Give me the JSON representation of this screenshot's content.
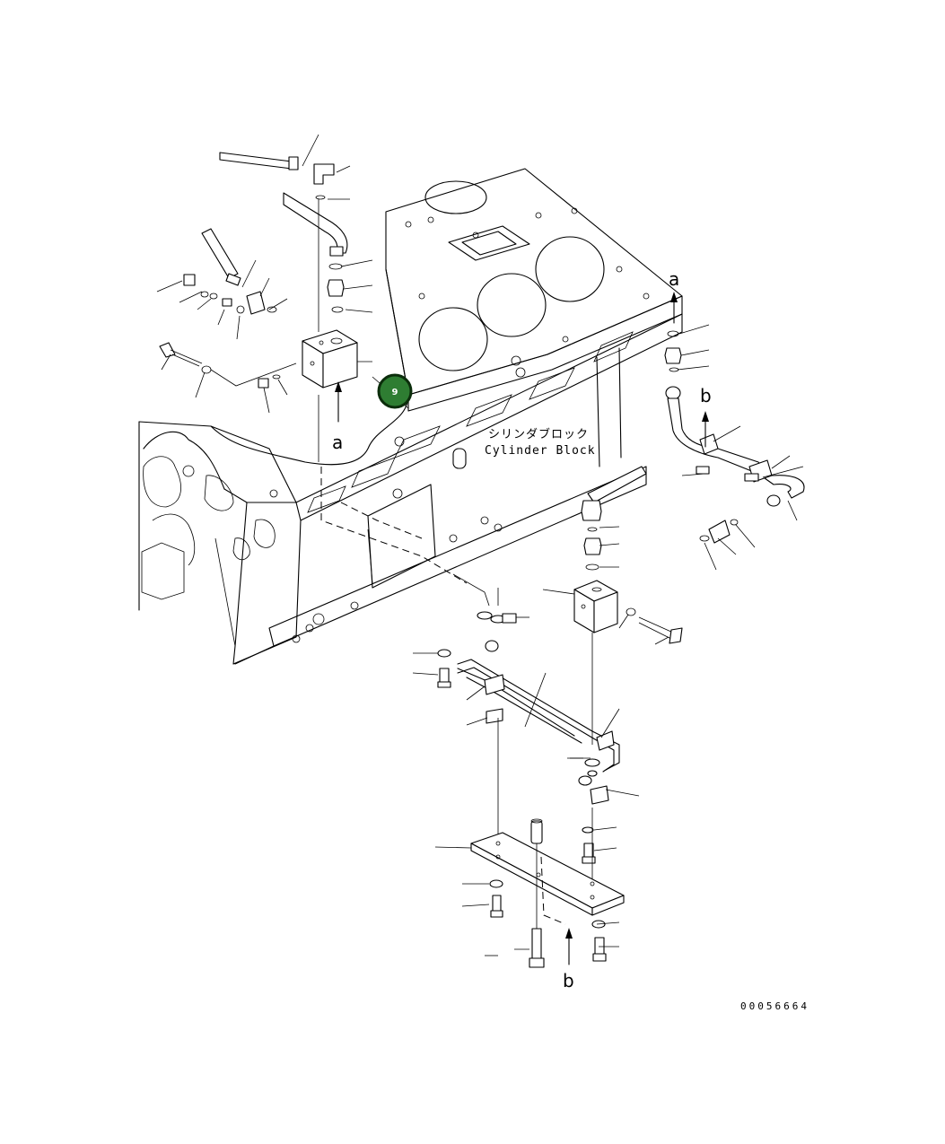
{
  "block_label_jp": "シリンダブロック",
  "block_label_en": "Cylinder Block",
  "view_markers": {
    "a_top": "a",
    "a_right": "a",
    "b_right": "b",
    "b_bottom": "b"
  },
  "callout": {
    "number": "9",
    "color": "#2e7d32"
  },
  "doc_number": "00056664"
}
